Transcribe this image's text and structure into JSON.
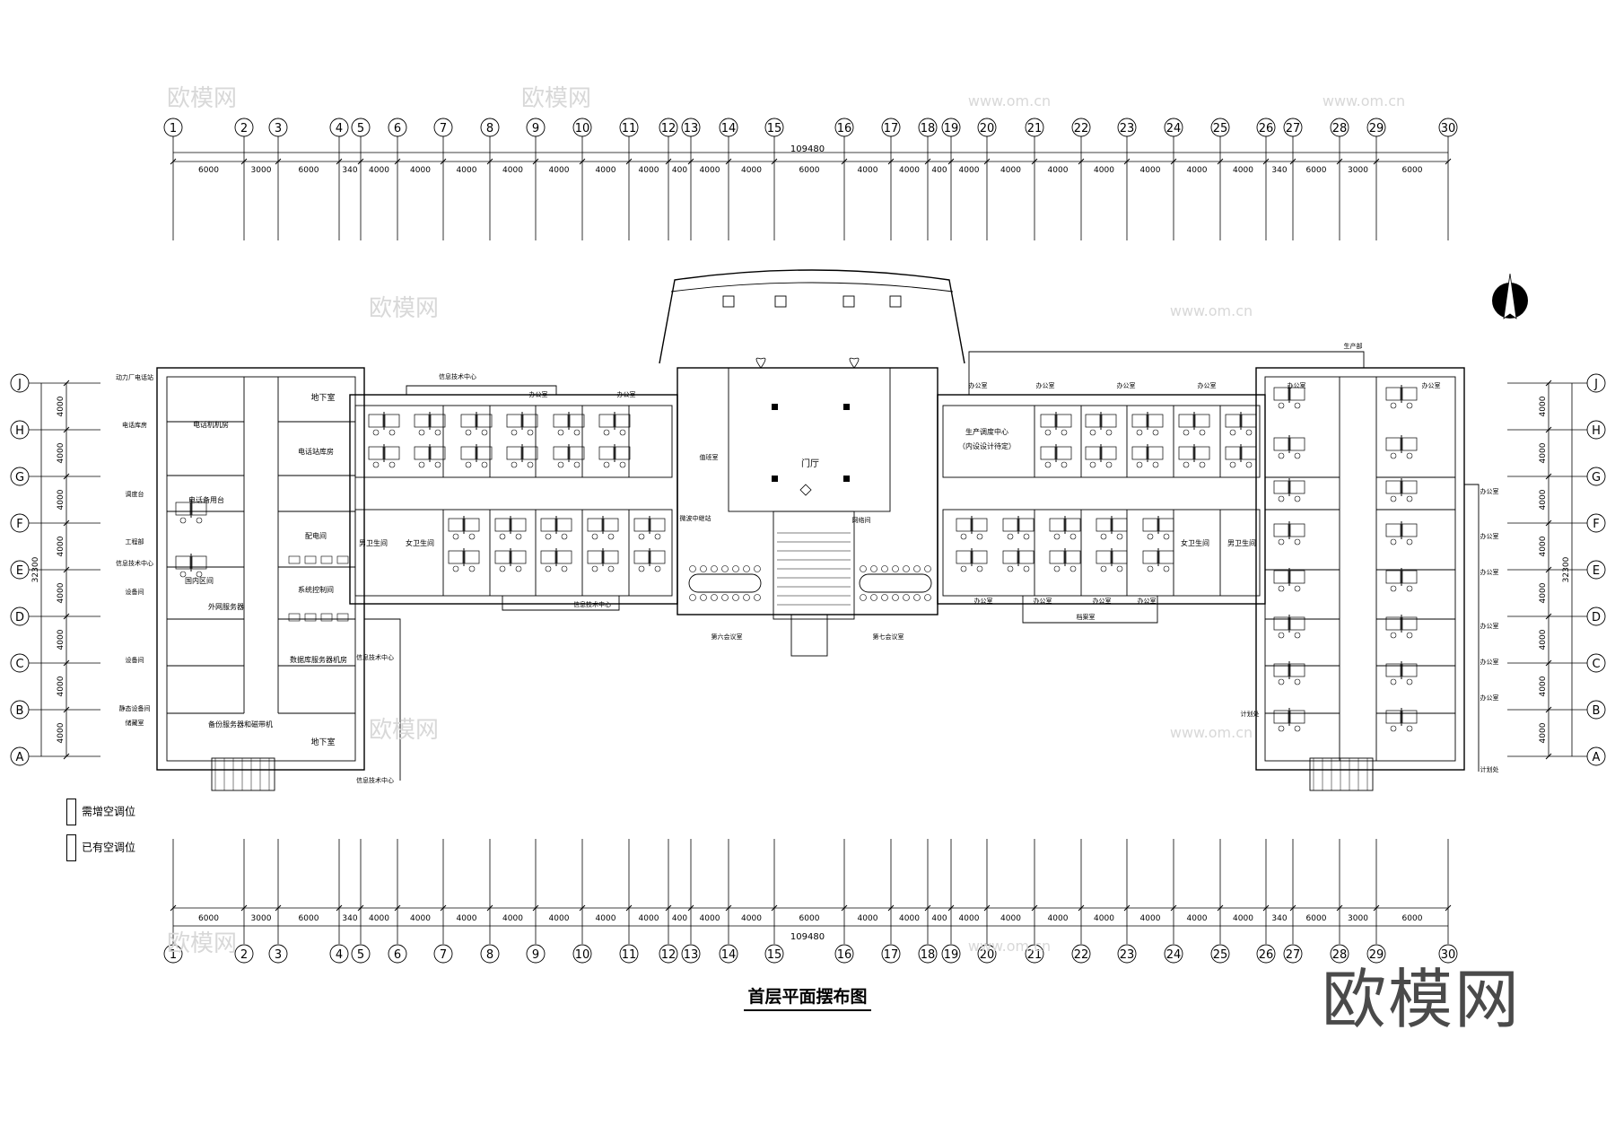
{
  "title": "首层平面摆布图",
  "watermark": "欧模网",
  "watermark_faint": [
    "欧模网",
    "www.om.cn"
  ],
  "total_dimension": "109480",
  "side_dimension": "32300",
  "column_axes": [
    "1",
    "2",
    "3",
    "4",
    "5",
    "6",
    "7",
    "8",
    "9",
    "10",
    "11",
    "12",
    "13",
    "14",
    "15",
    "16",
    "17",
    "18",
    "19",
    "20",
    "21",
    "22",
    "23",
    "24",
    "25",
    "26",
    "27",
    "28",
    "29",
    "30"
  ],
  "column_spacings": [
    "6000",
    "3000",
    "6000",
    "340",
    "4000",
    "4000",
    "4000",
    "4000",
    "4000",
    "4000",
    "4000",
    "400",
    "4000",
    "4000",
    "6000",
    "4000",
    "4000",
    "400",
    "4000",
    "4000",
    "4000",
    "4000",
    "4000",
    "4000",
    "4000",
    "340",
    "6000",
    "3000",
    "6000"
  ],
  "row_axes": [
    "J",
    "H",
    "G",
    "F",
    "E",
    "D",
    "C",
    "B",
    "A"
  ],
  "row_spacings": [
    "4000",
    "4000",
    "4000",
    "4000",
    "4000",
    "4000",
    "4000",
    "4000"
  ],
  "legend": [
    {
      "label": "需增空调位"
    },
    {
      "label": "已有空调位"
    }
  ],
  "rooms": {
    "lobby": "门厅",
    "basement_top": "地下室",
    "basement_bottom": "地下室",
    "phone_machine": "电话机机房",
    "phone_station": "电话站库房",
    "distribution": "配电间",
    "system_control": "系统控制间",
    "equip_top": "电话备用台",
    "domestic": "国内区间",
    "wan_server": "外网服务器",
    "server_room": "数据库服务器机房",
    "backup": "备份服务器和磁带机",
    "production_center": "生产调度中心",
    "production_sub": "（内设设计待定）",
    "male_wc_left": "男卫生间",
    "female_wc_left": "女卫生间",
    "female_wc_right": "女卫生间",
    "male_wc_right": "男卫生间",
    "meeting_left": "第六会议室",
    "meeting_right": "第七会议室",
    "storage": "档案室",
    "office": "办公室",
    "network": "网络间",
    "relay": "微波中继站",
    "hall_small": "值班室"
  },
  "left_labels": [
    "动力厂电话站",
    "电话库房",
    "调度台",
    "工程部",
    "信息技术中心",
    "设备间",
    "设备间",
    "静态设备间",
    "储藏室"
  ],
  "top_labels": {
    "info_center": "信息技术中心",
    "office": "办公室",
    "production_dept": "生产部"
  },
  "bottom_labels": {
    "info_center": "信息技术中心",
    "office": "办公室",
    "planning": "计划处"
  }
}
